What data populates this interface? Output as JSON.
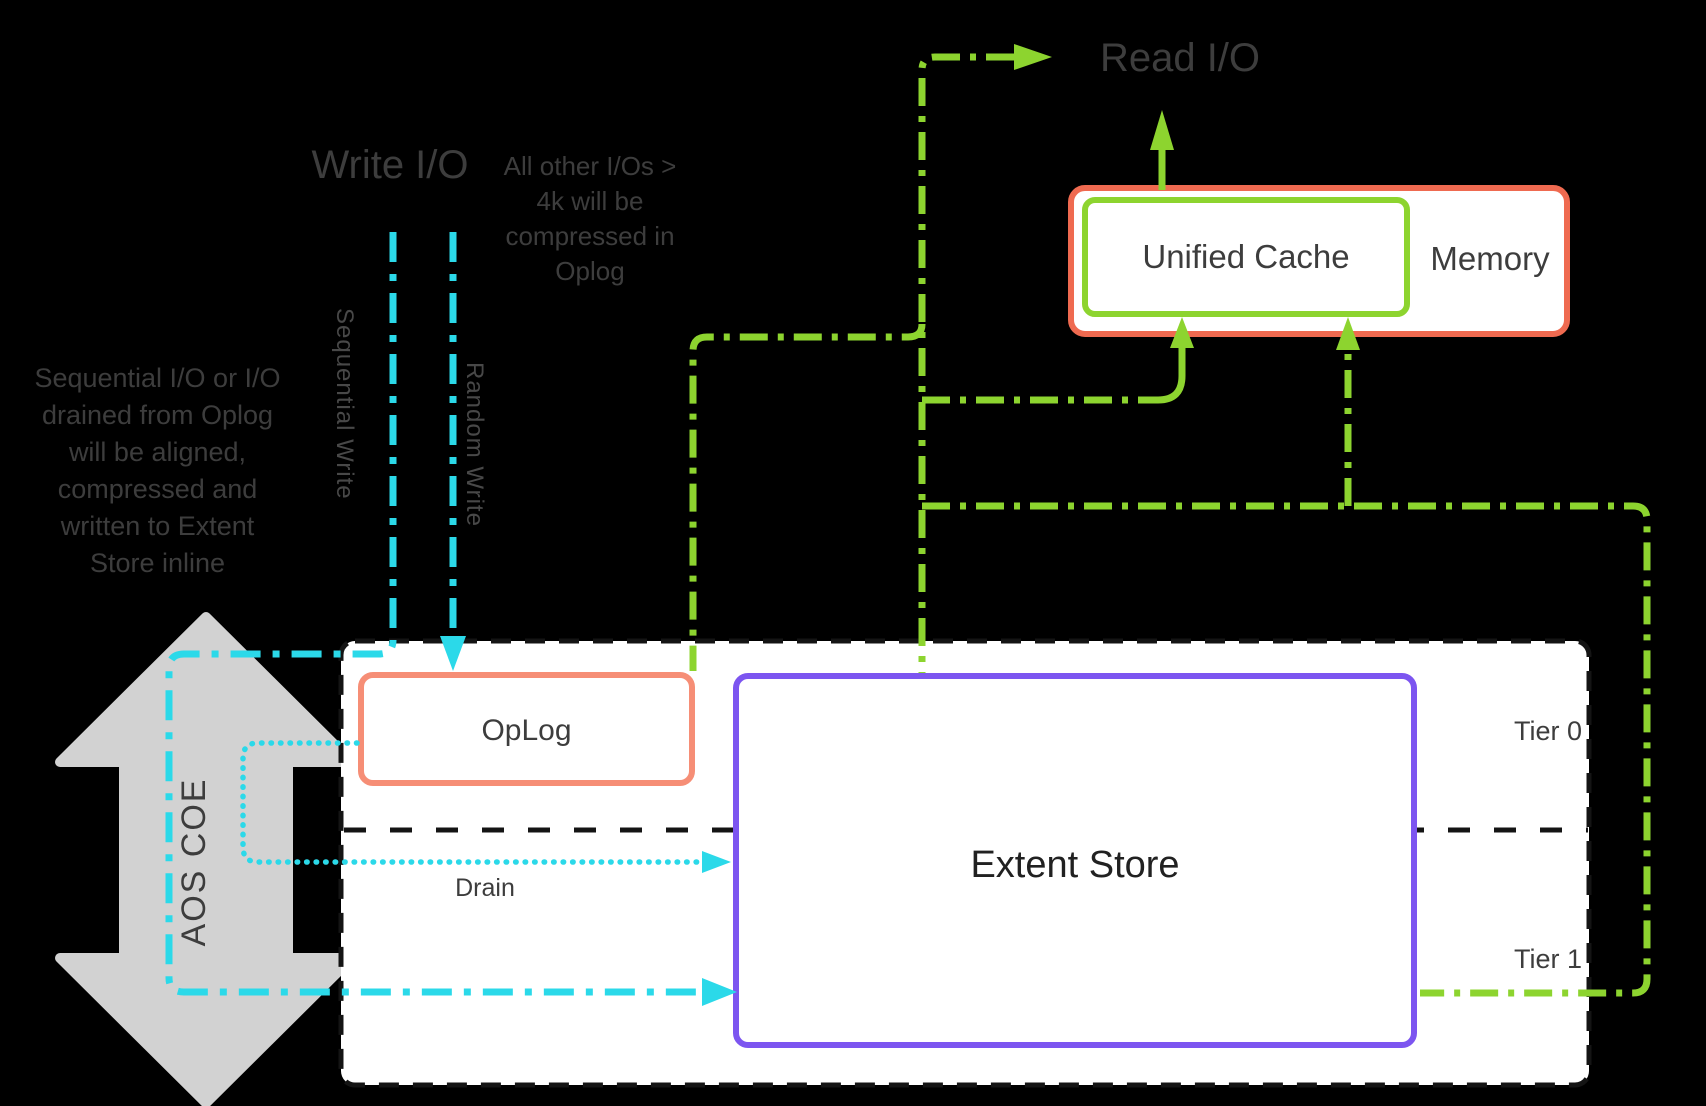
{
  "labels": {
    "write_io": "Write I/O",
    "read_io": "Read I/O",
    "memory": "Memory",
    "unified_cache": "Unified Cache",
    "oplog": "OpLog",
    "extent_store": "Extent Store",
    "tier_0": "Tier 0",
    "tier_1": "Tier 1",
    "drain": "Drain",
    "aos_coe": "AOS COE",
    "sequential_write": "Sequential Write",
    "random_write": "Random Write"
  },
  "annotations": {
    "write_note_lines": [
      "All other I/Os >",
      "4k will be",
      "compressed in",
      "Oplog"
    ],
    "sequential_note_lines": [
      "Sequential I/O or I/O",
      "drained from Oplog",
      "will be aligned,",
      "compressed and",
      "written to Extent",
      "Store inline"
    ]
  },
  "colors": {
    "background": "#000000",
    "cyan_write_path": "#2bd9e9",
    "green_read_path": "#8dd42f",
    "oplog_border": "#f68e76",
    "memory_border": "#ef6a50",
    "unified_cache_border": "#8dd42f",
    "extent_store_border": "#7c55f0",
    "tier_box_border": "#141414",
    "box_fill": "#ffffff",
    "gray_arrow": "#d2d2d2",
    "text_gray": "#3d3d3d",
    "text_dark": "#212121"
  }
}
